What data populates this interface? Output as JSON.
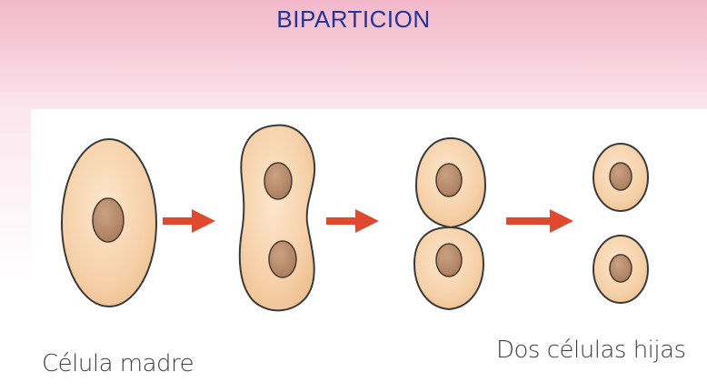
{
  "header": {
    "title": "BIPARTICION"
  },
  "labels": {
    "mother_cell": "Célula madre",
    "daughter_cells": "Dos células hijas"
  },
  "colors": {
    "cell_fill": "#f6d1a9",
    "cell_stroke": "#3a3a3a",
    "nucleus_fill": "#b88d6d",
    "arrow": "#e0492d",
    "title": "#22349a"
  }
}
